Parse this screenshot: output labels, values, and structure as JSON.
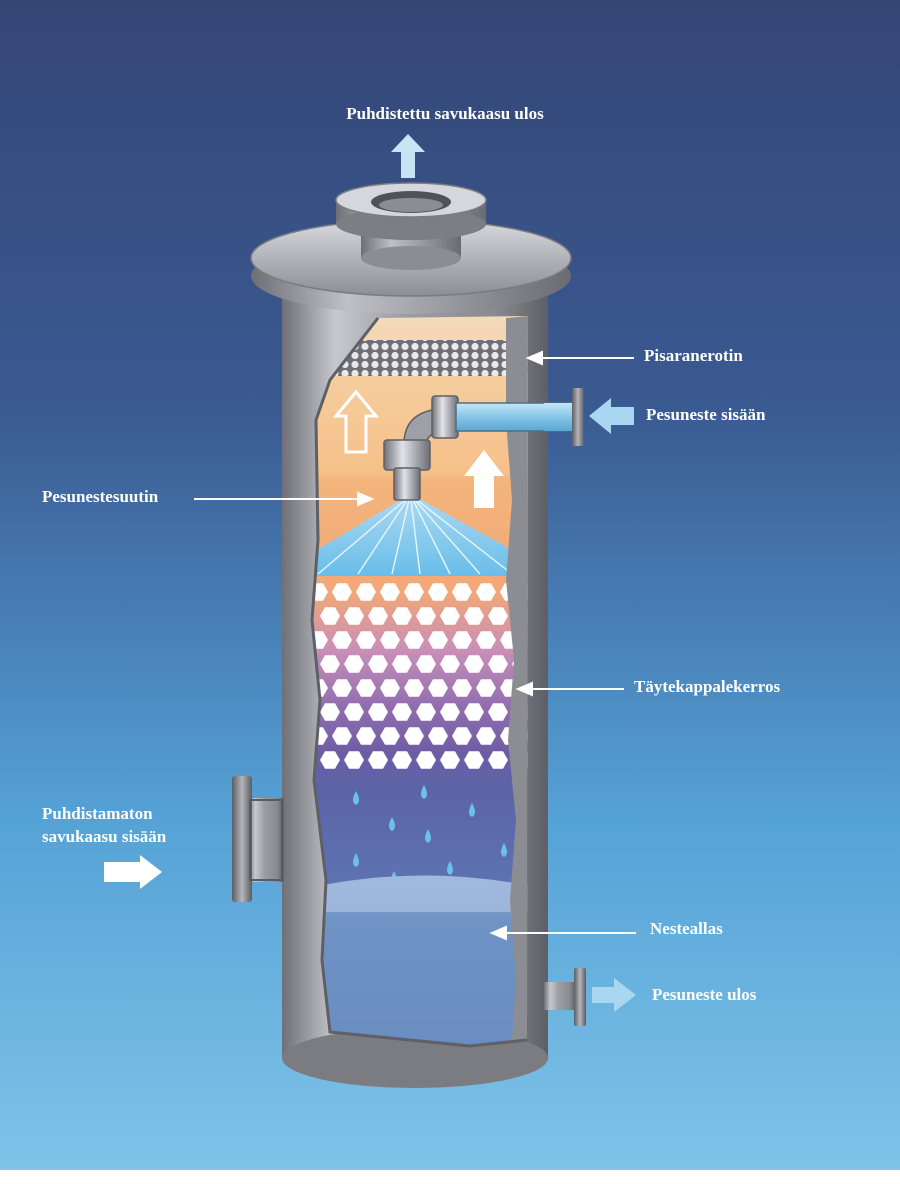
{
  "labels": {
    "top_outlet": "Puhdistettu savukaasu ulos",
    "demister": "Pisaranerotin",
    "liquid_in": "Pesuneste sisään",
    "nozzle": "Pesunestesuutin",
    "packing": "Täytekappalekerros",
    "gas_in_line1": "Puhdistamaton",
    "gas_in_line2": "savukaasu sisään",
    "pool": "Nesteallas",
    "liquid_out": "Pesuneste ulos"
  },
  "colors": {
    "background_top": "#354878",
    "background_bottom": "#7cc2e8",
    "shell": "#a9aab0",
    "gas_zone": "#f6c48e",
    "spray": "#7fc6ec",
    "liquid_pool": "#7096c2",
    "pipe_liquid": "#8fcbe8"
  }
}
